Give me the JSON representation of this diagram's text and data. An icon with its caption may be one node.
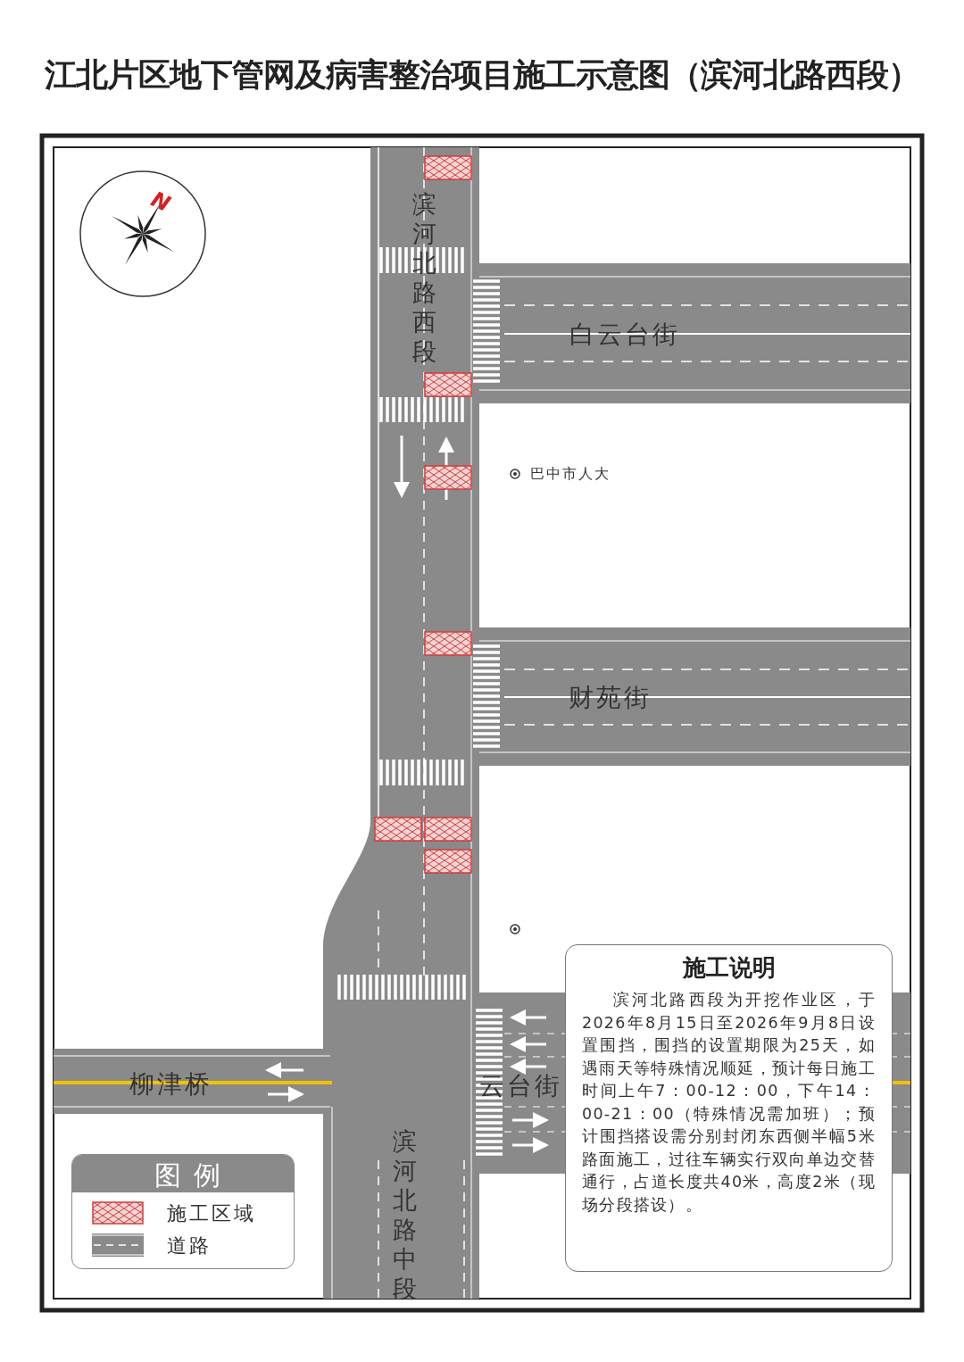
{
  "diagram": {
    "title": "江北片区地下管网及病害整治项目施工示意图（滨河北路西段）",
    "nodes": [
      {
        "text": [
          "施工说明",
          "滨河北路西段为开挖作业区，于2026年8月15日至2026年9月8日设置围挡，围挡的设置期限为25天，如遇雨天等特殊情况顺延，预计每日施工时间上午7：00-12：00，下午14：00-21：00（特殊情况需加班）；预计围挡搭设需分别封闭东西侧半幅5米路面施工，过往车辆实行双向单边交替通行，占道长度共40米，高度2米（现场分段搭设）。"
        ]
      }
    ],
    "edges": [],
    "labels": [
      "N",
      "滨河北路西段",
      "白云台街",
      "巴中市人大",
      "财苑街",
      "柳津桥",
      "云台街",
      "滨河北路中段",
      "图例"
    ],
    "legend": [
      {
        "text": "施工区域"
      },
      {
        "text": "道路"
      }
    ]
  }
}
